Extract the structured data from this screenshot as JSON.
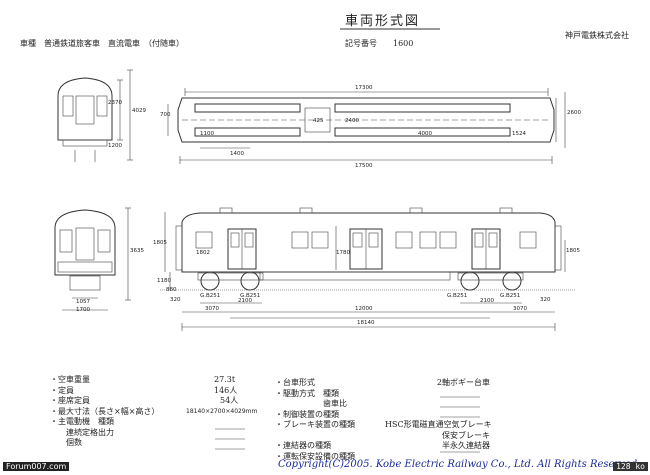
{
  "header": {
    "title": "車両形式図",
    "type_label": "車種　普通鉄道旅客車　直流電車　（付随車）",
    "number_label": "記号番号　　1600",
    "company": "神戸電鉄株式会社"
  },
  "dimensions": {
    "plan_total": "17300",
    "plan_overall": "17500",
    "plan_seg_left": "1100",
    "plan_seg_mid": "4000",
    "plan_seg_right": "1524",
    "plan_under": "1400",
    "plan_width": "2600",
    "plan_width2": "2400",
    "plan_side": "700",
    "plan_mid_w": "425",
    "front_h1": "2370",
    "front_h2": "4029",
    "front_h3": "1200",
    "side_height": "3635",
    "side_floor": "1180",
    "side_small1": "1805",
    "side_small2": "880",
    "side_small3": "320",
    "bogie_wb_left": "2100",
    "bogie_wb_right": "2100",
    "end_left": "3070",
    "end_right": "3070",
    "center_dist": "12000",
    "overall_length": "18140",
    "front_base": "1057",
    "front_base2": "1700",
    "wheel_left1": "G.B251",
    "wheel_left2": "G.B251",
    "wheel_right1": "G.B251",
    "wheel_right2": "G.B251",
    "misc1": "1780",
    "misc2": "1805",
    "misc3": "1802",
    "misc4": "320"
  },
  "specs_left": [
    {
      "label": "・空車重量",
      "value": "27.3t"
    },
    {
      "label": "・定員",
      "value": "146人"
    },
    {
      "label": "・座席定員",
      "value": "54人"
    },
    {
      "label": "・最大寸法（長さ×幅×高さ）",
      "value": "18140×2700×4029mm"
    },
    {
      "label": "・主電動機　種類",
      "value": ""
    },
    {
      "label": "　　連続定格出力",
      "value": ""
    },
    {
      "label": "　　個数",
      "value": ""
    }
  ],
  "specs_right": [
    {
      "label": "・台車形式",
      "value": "2軸ボギー台車"
    },
    {
      "label": "・駆動方式　種類",
      "value": ""
    },
    {
      "label": "　　　　　　歯車比",
      "value": ""
    },
    {
      "label": "・制御装置の種類",
      "value": ""
    },
    {
      "label": "・ブレーキ装置の種類",
      "value": "HSC形電磁直通空気ブレーキ"
    },
    {
      "label": "",
      "value": "保安ブレーキ"
    },
    {
      "label": "・連結器の種類",
      "value": "半永久連結器"
    },
    {
      "label": "・運転保安設備の種類",
      "value": ""
    }
  ],
  "footer": {
    "copyright": "Copyright(C)2005. Kobe Electric Railway Co., Ltd. All Rights Reserved.",
    "watermark": "Forum007.com",
    "zoom": "128 ko"
  }
}
